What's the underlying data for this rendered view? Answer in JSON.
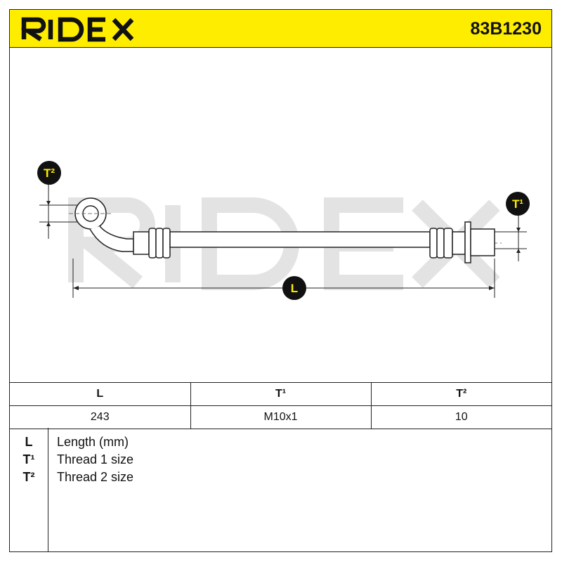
{
  "header": {
    "brand": "RIDEX",
    "part_number": "83B1230",
    "background_color": "#ffed00"
  },
  "drawing": {
    "watermark": "RIDEX",
    "labels": {
      "t2": "T²",
      "t1": "T¹",
      "length": "L"
    }
  },
  "specs": {
    "headers": [
      "L",
      "T¹",
      "T²"
    ],
    "values": [
      "243",
      "M10x1",
      "10"
    ]
  },
  "legend": [
    {
      "key": "L",
      "desc": "Length (mm)"
    },
    {
      "key": "T¹",
      "desc": "Thread 1 size"
    },
    {
      "key": "T²",
      "desc": "Thread 2 size"
    }
  ]
}
